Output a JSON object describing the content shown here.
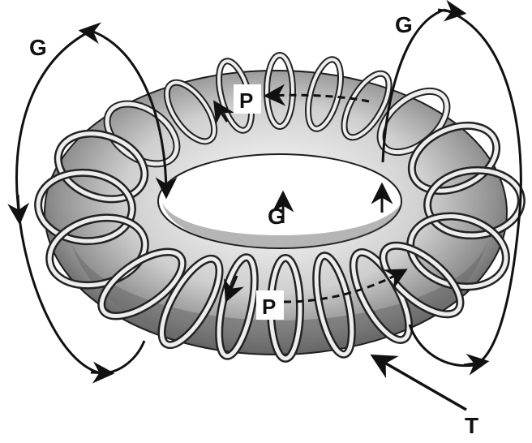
{
  "labels": {
    "g_left": "G",
    "g_right": "G",
    "g_center": "G",
    "p_top": "P",
    "p_bottom": "P",
    "t": "T"
  },
  "colors": {
    "ink": "#111111",
    "torus_light": "#d9d9d9",
    "torus_mid": "#9a9a9a",
    "torus_dark": "#4a4a4a",
    "coil": "#efefef",
    "background": "#ffffff"
  },
  "icons": {
    "arrowhead": "arrow-head-icon"
  }
}
